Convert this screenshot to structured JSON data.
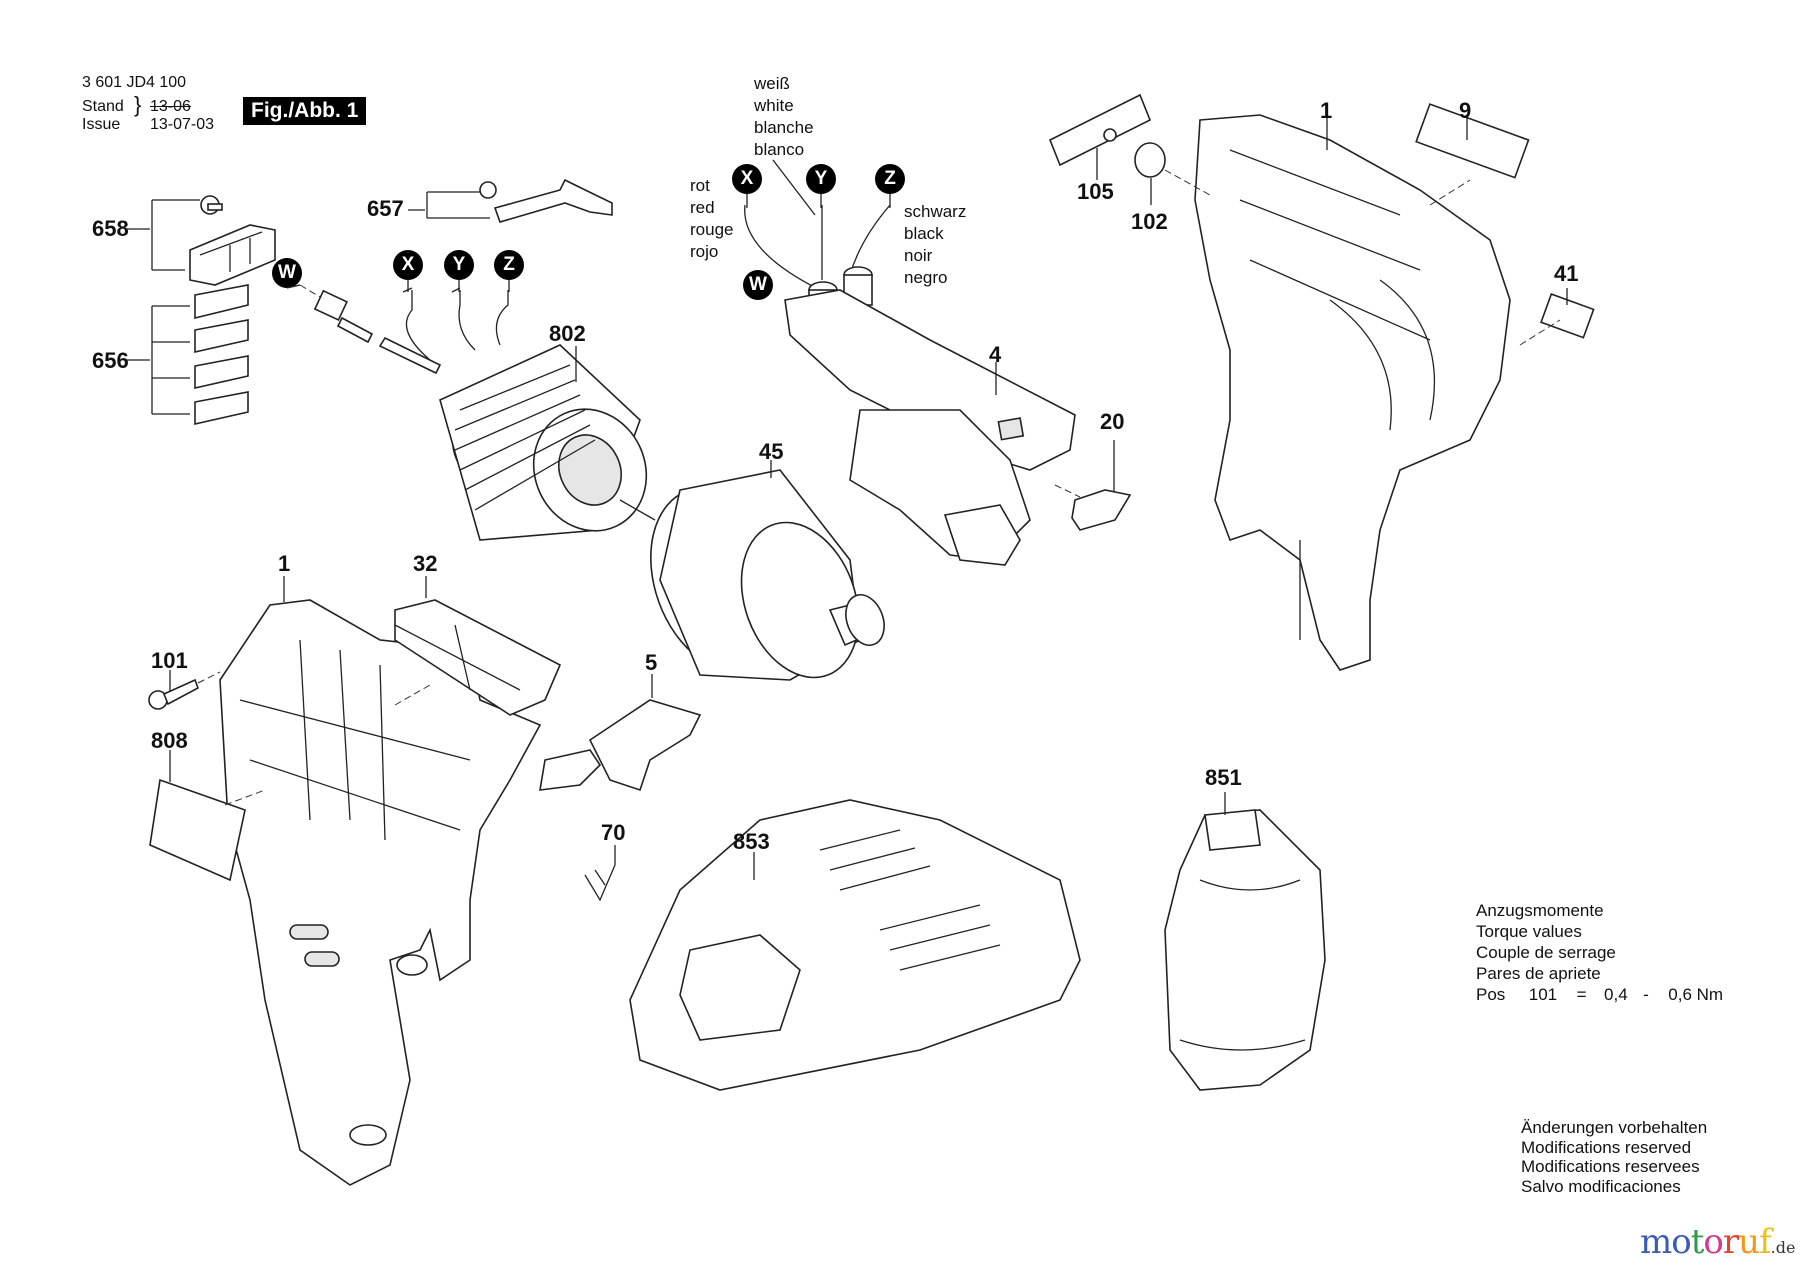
{
  "header": {
    "part_number": "3 601 JD4 100",
    "stand_label": "Stand",
    "issue_label": "Issue",
    "stand_value": "13-06",
    "issue_value": "13-07-03",
    "figure_label": "Fig./Abb. 1"
  },
  "parts": {
    "p658": "658",
    "p657": "657",
    "p656": "656",
    "p802": "802",
    "p1_top": "1",
    "p9": "9",
    "p41": "41",
    "p105": "105",
    "p102": "102",
    "p4": "4",
    "p20": "20",
    "p45": "45",
    "p1_bottom": "1",
    "p32": "32",
    "p101": "101",
    "p808": "808",
    "p5": "5",
    "p70": "70",
    "p853": "853",
    "p851": "851"
  },
  "wire_badges": {
    "W": "W",
    "X": "X",
    "Y": "Y",
    "Z": "Z"
  },
  "wire_colors": {
    "red": [
      "rot",
      "red",
      "rouge",
      "rojo"
    ],
    "white": [
      "weiß",
      "white",
      "blanche",
      "blanco"
    ],
    "black": [
      "schwarz",
      "black",
      "noir",
      "negro"
    ]
  },
  "torque": {
    "lines": [
      "Anzugsmomente",
      "Torque values",
      "Couple de serrage",
      "Pares de apriete"
    ],
    "pos_label": "Pos",
    "pos_number": "101",
    "equals": "=",
    "min": "0,4",
    "dash": "-",
    "max": "0,6 Nm"
  },
  "disclaimer": [
    "Änderungen vorbehalten",
    "Modifications reserved",
    "Modifications reservees",
    "Salvo modificaciones"
  ],
  "watermark": {
    "letters": [
      "m",
      "o",
      "t",
      "o",
      "r",
      "u",
      "f"
    ],
    "colors": [
      "#3b5bb5",
      "#3b5bb5",
      "#2e9b4a",
      "#d43a8b",
      "#e0452e",
      "#f09a1b",
      "#e8c21a"
    ],
    "tld": ".de"
  }
}
